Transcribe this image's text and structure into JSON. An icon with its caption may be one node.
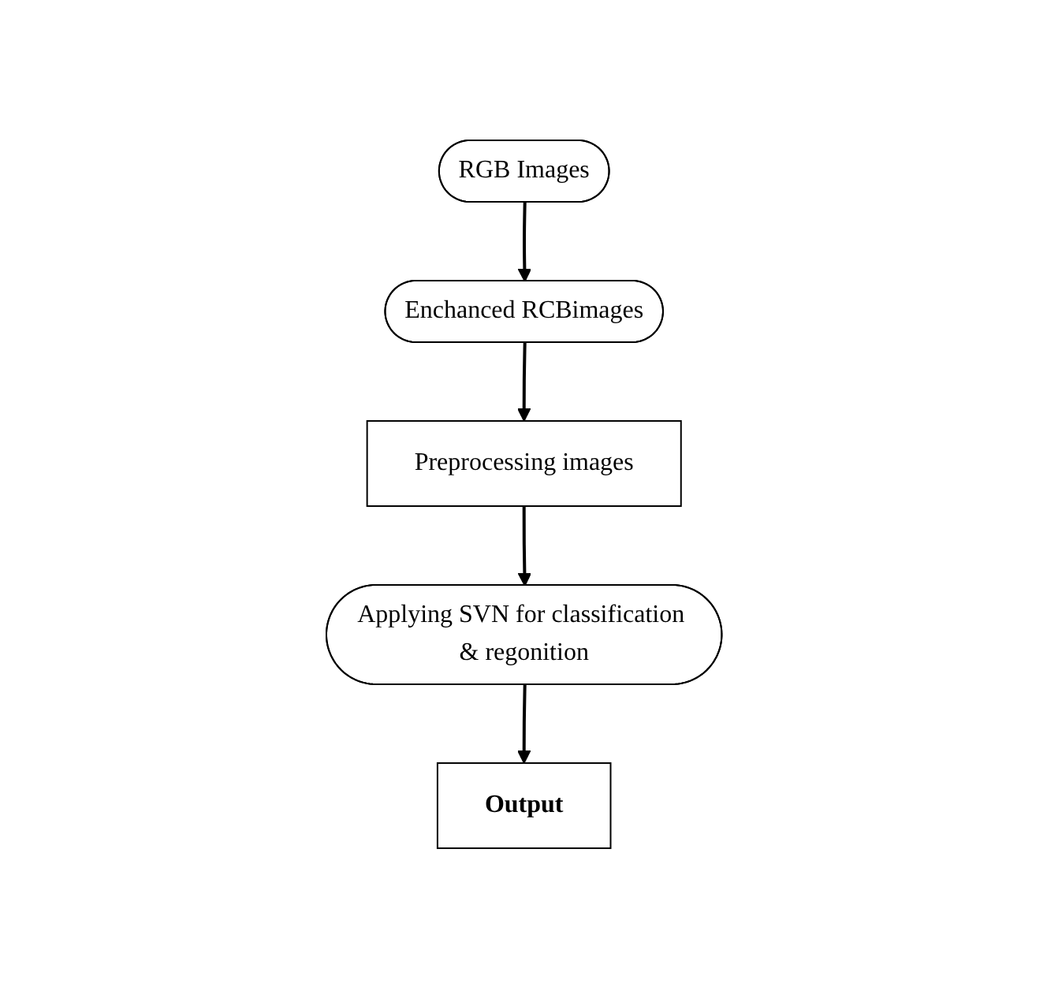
{
  "diagram": {
    "nodes": [
      {
        "text": [
          "RGB Images"
        ]
      },
      {
        "text": [
          "Enchanced RCBimages"
        ]
      },
      {
        "text": [
          "Preprocessing images"
        ]
      },
      {
        "text": [
          "Applying SVN for classification & regonition"
        ]
      },
      {
        "text": [
          "Output"
        ]
      }
    ],
    "edges": [
      {
        "from": 0,
        "to": 1,
        "arrow": "to"
      },
      {
        "from": 1,
        "to": 2,
        "arrow": "to"
      },
      {
        "from": 2,
        "to": 3,
        "arrow": "to"
      },
      {
        "from": 3,
        "to": 4,
        "arrow": "to"
      }
    ]
  }
}
